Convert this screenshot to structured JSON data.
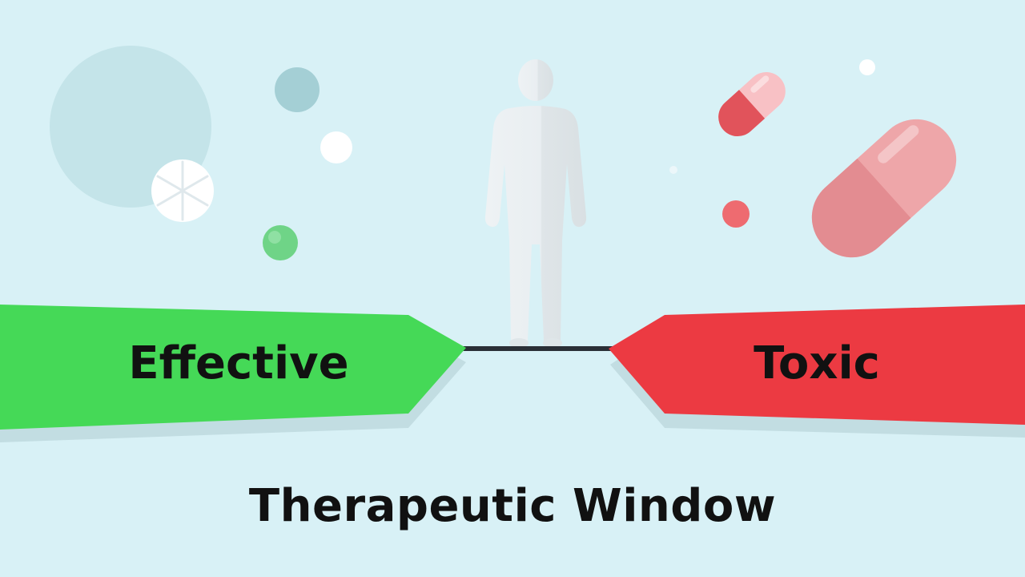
{
  "diagram": {
    "left_zone_label": "Effective",
    "right_zone_label": "Toxic",
    "caption": "Therapeutic Window"
  },
  "colors": {
    "background": "#d8f1f6",
    "effective": "#45d957",
    "toxic": "#ec3a42",
    "connector": "#2a2f36",
    "figure": "#eaeff2",
    "capsule": "#e89598",
    "small_capsule": "#e1535b",
    "green_dot": "#6fd487",
    "teal_dot": "#a4cfd5"
  },
  "icons": [
    "human-figure-icon",
    "pill-tablet-icon",
    "capsule-icon",
    "small-capsule-icon"
  ]
}
